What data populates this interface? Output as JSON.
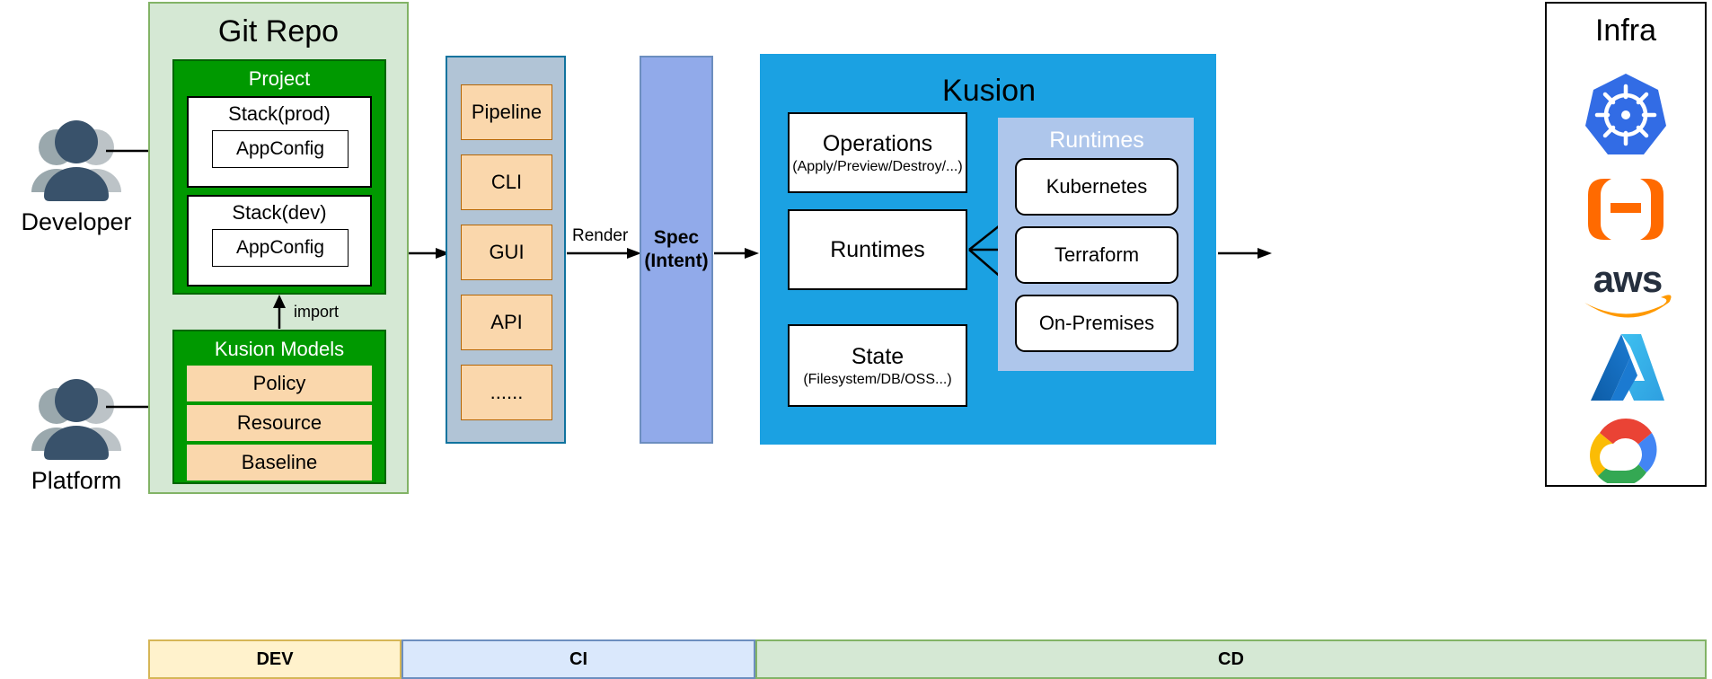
{
  "actors": [
    {
      "label": "Developer",
      "icon": "users-icon"
    },
    {
      "label": "Platform",
      "icon": "users-icon"
    }
  ],
  "git_repo": {
    "title": "Git Repo",
    "project": {
      "title": "Project",
      "stacks": [
        {
          "title": "Stack(prod)",
          "config": "AppConfig"
        },
        {
          "title": "Stack(dev)",
          "config": "AppConfig"
        }
      ]
    },
    "import_label": "import",
    "models": {
      "title": "Kusion Models",
      "items": [
        "Policy",
        "Resource",
        "Baseline"
      ]
    }
  },
  "ci_column": {
    "items": [
      "Pipeline",
      "CLI",
      "GUI",
      "API",
      "......"
    ]
  },
  "render_label": "Render",
  "spec": {
    "line1": "Spec",
    "line2": "(Intent)"
  },
  "kusion": {
    "title": "Kusion",
    "blocks": [
      {
        "title": "Operations",
        "sub": "(Apply/Preview/Destroy/...)"
      },
      {
        "title": "Runtimes",
        "sub": ""
      },
      {
        "title": "State",
        "sub": "(Filesystem/DB/OSS...)"
      }
    ],
    "runtimes_panel": {
      "title": "Runtimes",
      "items": [
        "Kubernetes",
        "Terraform",
        "On-Premises"
      ]
    }
  },
  "infra": {
    "title": "Infra",
    "logos": [
      {
        "name": "kubernetes-logo"
      },
      {
        "name": "openshift-logo"
      },
      {
        "name": "aws-logo"
      },
      {
        "name": "azure-logo"
      },
      {
        "name": "google-cloud-logo"
      }
    ]
  },
  "phases": [
    {
      "label": "DEV"
    },
    {
      "label": "CI"
    },
    {
      "label": "CD"
    }
  ],
  "colors": {
    "git_repo_bg": "#d5e8d4",
    "git_repo_border": "#82b366",
    "green": "#009900",
    "tan": "#fad7ac",
    "tan_border": "#b46504",
    "ci_bg": "#b1c4d6",
    "ci_border": "#10739e",
    "spec_bg": "#91aaea",
    "spec_border": "#6c8ebf",
    "kusion_bg": "#1ba1e2",
    "runtimes_bg": "#aec6eb",
    "dev_bg": "#fff2cc",
    "ci_phase_bg": "#dae8fc",
    "cd_bg": "#d5e8d4",
    "person": "#39526b"
  }
}
